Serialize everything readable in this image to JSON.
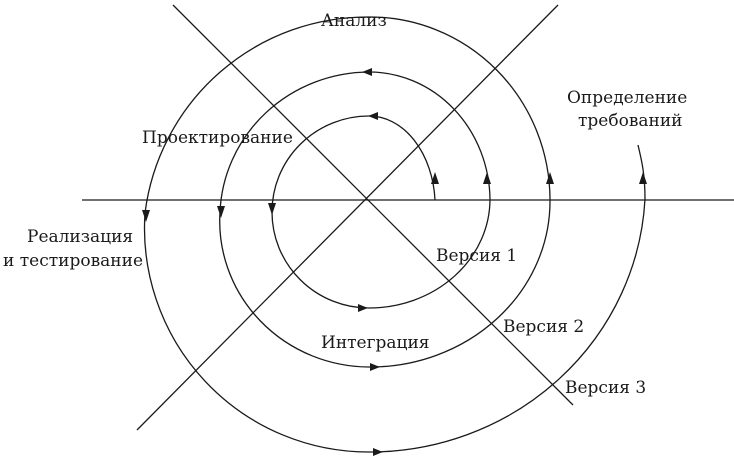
{
  "labels": {
    "analysis": "Анализ",
    "requirements_line1": "Определение",
    "requirements_line2": "требований",
    "design": "Проектирование",
    "implementation_line1": "Реализация",
    "implementation_line2": "и тестирование",
    "integration": "Интеграция",
    "version1": "Версия 1",
    "version2": "Версия 2",
    "version3": "Версия 3"
  }
}
